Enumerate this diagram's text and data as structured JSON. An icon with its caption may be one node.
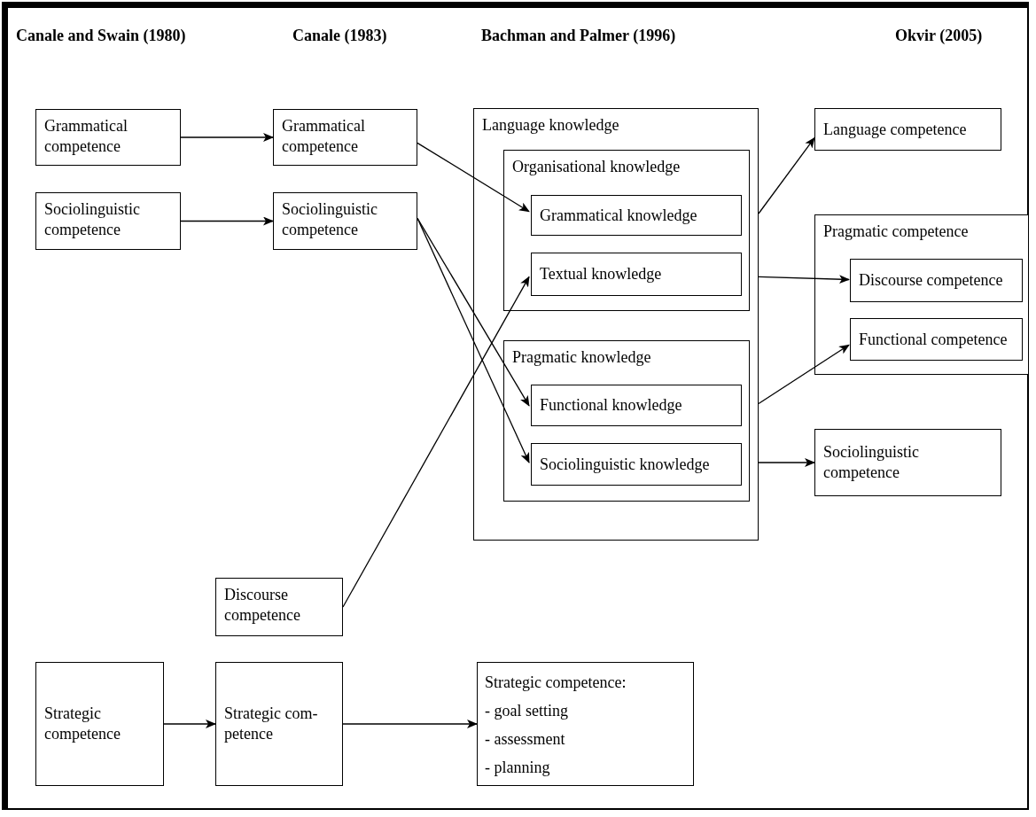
{
  "diagram": {
    "nodes": [
      {
        "text": [
          "Grammatical competence"
        ]
      },
      {
        "text": [
          "Sociolinguistic competence"
        ]
      },
      {
        "text": [
          "Grammatical competence"
        ]
      },
      {
        "text": [
          "Sociolinguistic competence"
        ]
      },
      {
        "text": [
          "Discourse competence"
        ]
      },
      {
        "text": [
          "Strategic competence"
        ]
      },
      {
        "text": [
          "Strategic com- petence"
        ]
      },
      {
        "text": [
          "Language knowledge"
        ]
      },
      {
        "text": [
          "Organisational knowledge"
        ],
        "in": 7
      },
      {
        "text": [
          "Grammatical knowledge"
        ],
        "in": 8
      },
      {
        "text": [
          "Textual knowledge"
        ],
        "in": 8
      },
      {
        "text": [
          "Pragmatic knowledge"
        ],
        "in": 7
      },
      {
        "text": [
          "Functional knowledge"
        ],
        "in": 11
      },
      {
        "text": [
          "Sociolinguistic knowledge"
        ],
        "in": 11
      },
      {
        "text": [
          "Strategic competence:",
          "- goal setting",
          "- assessment",
          "- planning"
        ]
      },
      {
        "text": [
          "Language competence"
        ]
      },
      {
        "text": [
          "Pragmatic competence"
        ]
      },
      {
        "text": [
          "Discourse competence"
        ],
        "in": 16
      },
      {
        "text": [
          "Functional competence"
        ],
        "in": 16
      },
      {
        "text": [
          "Sociolinguistic competence"
        ]
      }
    ],
    "edges": [
      {
        "from": 0,
        "to": 2,
        "arrow": "to"
      },
      {
        "from": 1,
        "to": 3,
        "arrow": "to"
      },
      {
        "from": 2,
        "to": 9,
        "arrow": "to"
      },
      {
        "from": 3,
        "to": 12,
        "arrow": "to"
      },
      {
        "from": 3,
        "to": 13,
        "arrow": "to"
      },
      {
        "from": 4,
        "to": 10,
        "arrow": "to"
      },
      {
        "from": 5,
        "to": 6,
        "arrow": "to"
      },
      {
        "from": 6,
        "to": 14,
        "arrow": "to"
      },
      {
        "from": 9,
        "to": 15,
        "arrow": "to"
      },
      {
        "from": 10,
        "to": 17,
        "arrow": "to"
      },
      {
        "from": 12,
        "to": 18,
        "arrow": "to"
      },
      {
        "from": 13,
        "to": 19,
        "arrow": "to"
      }
    ],
    "labels": [
      "Canale and Swain (1980)",
      "Canale (1983)",
      "Bachman and Palmer (1996)",
      "Okvir (2005)"
    ]
  }
}
